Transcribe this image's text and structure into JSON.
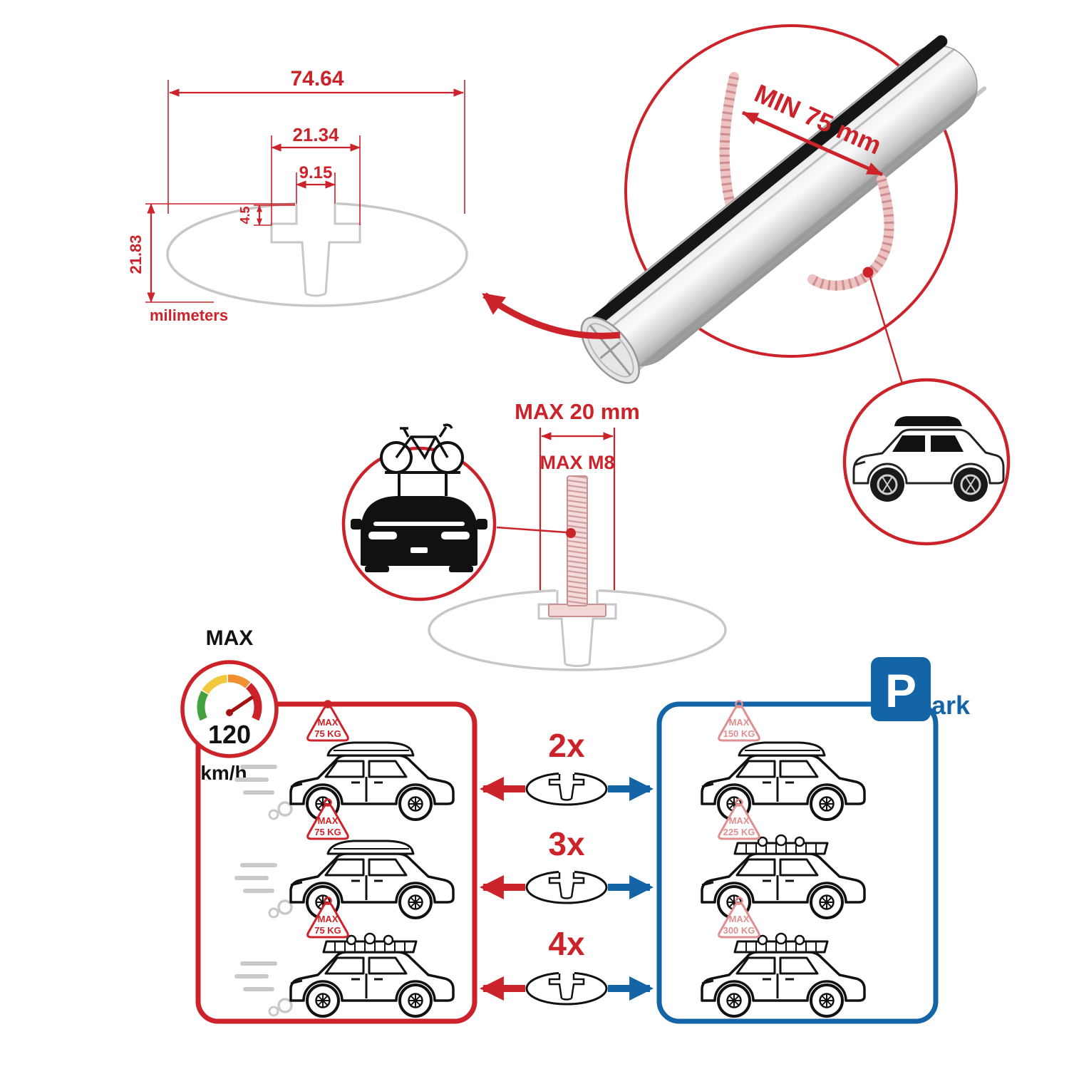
{
  "cross_section": {
    "total_width": "74.64",
    "channel_width": "21.34",
    "slot_width": "9.15",
    "lip_height": "4.5",
    "profile_height": "21.83",
    "units_label": "milimeters"
  },
  "clamp": {
    "min_span_label": "MIN 75 mm"
  },
  "bolt": {
    "max_length_label": "MAX 20 mm",
    "max_thread_label": "MAX M8"
  },
  "speed": {
    "heading": "MAX",
    "value": "120",
    "unit": "km/h"
  },
  "park_sign": {
    "letter": "P",
    "suffix": "ark"
  },
  "driving_cars": [
    {
      "badge_title": "MAX",
      "badge_load": "75 KG"
    },
    {
      "badge_title": "MAX",
      "badge_load": "75 KG"
    },
    {
      "badge_title": "MAX",
      "badge_load": "75 KG"
    }
  ],
  "parked_cars": [
    {
      "badge_title": "MAX",
      "badge_load": "150 KG"
    },
    {
      "badge_title": "MAX",
      "badge_load": "225 KG"
    },
    {
      "badge_title": "MAX",
      "badge_load": "300 KG"
    }
  ],
  "bar_combinations": [
    {
      "count": "2x"
    },
    {
      "count": "3x"
    },
    {
      "count": "4x"
    }
  ],
  "colors": {
    "red": "#cc2229",
    "blue": "#1465a7",
    "badge_pink": "#df8f8f",
    "profile_gray": "#c7c7c7"
  }
}
